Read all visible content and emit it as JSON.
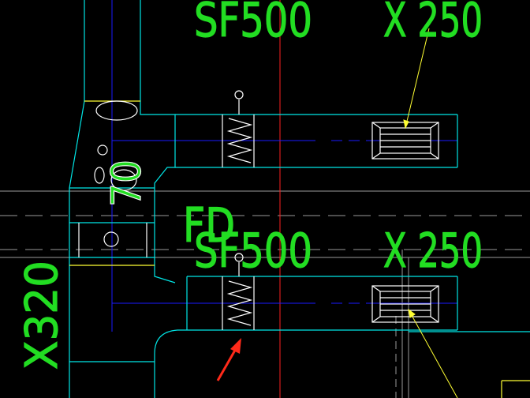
{
  "drawing": {
    "texts": {
      "top_spec_left": "SF500",
      "top_spec_right": "X 250",
      "mid_spec_left": "SF500",
      "mid_spec_right": "X 250",
      "damper_tag": "FD",
      "vertical_size": "X320",
      "vertical_num": "70"
    },
    "colors": {
      "background": "#000000",
      "duct": "#00e5e5",
      "centerline": "#1a1aff",
      "axis": "#ff2020",
      "text": "#22dd22",
      "leader": "#ffff33",
      "outline": "#ffffff",
      "grey": "#9a9a9a",
      "arrow": "#ff2a1a"
    }
  }
}
